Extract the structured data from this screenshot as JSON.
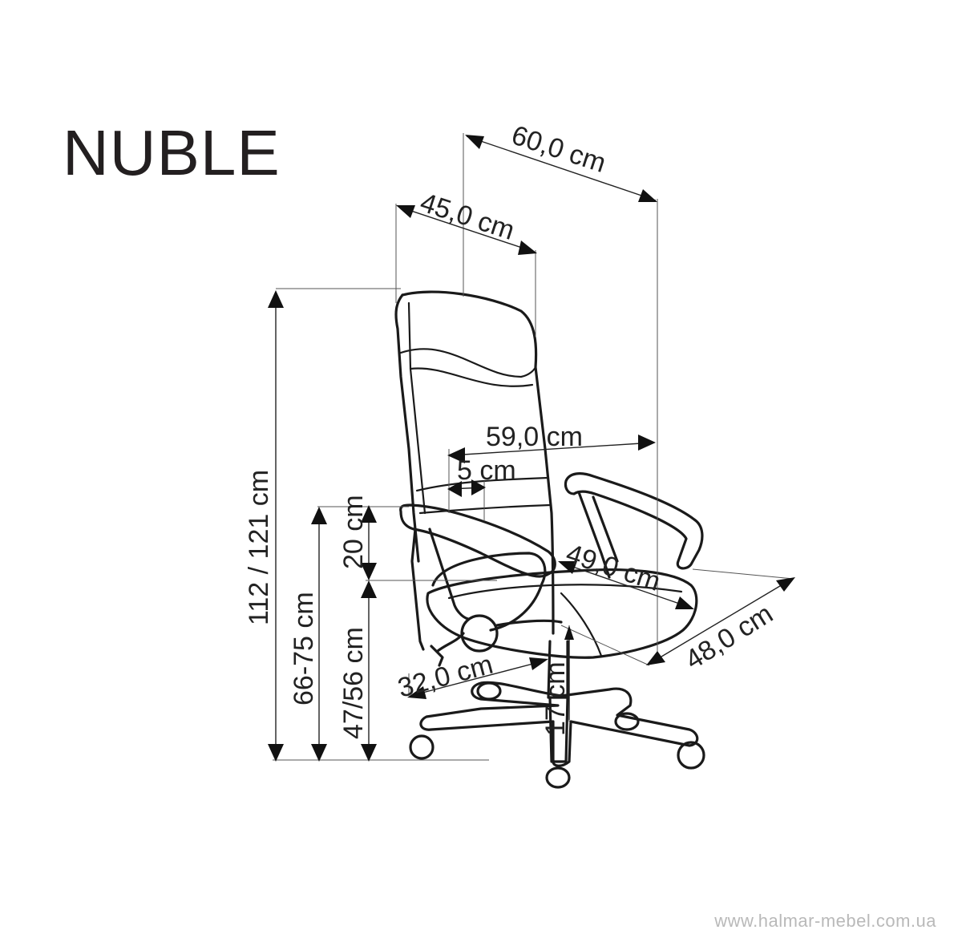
{
  "title": "NUBLE",
  "watermark": "www.halmar-mebel.com.ua",
  "dimensions": {
    "overall_width": "60,0 cm",
    "backrest_width": "45,0 cm",
    "overall_depth": "59,0 cm",
    "armrest_offset": "5 cm",
    "seat_width": "49,0 cm",
    "seat_depth": "48,0 cm",
    "total_height": "112 / 121 cm",
    "armrest_height": "66-75 cm",
    "armrest_to_seat": "20 cm",
    "seat_height": "47/56 cm",
    "base_radius": "32,0 cm",
    "gas_lift": "17 cm"
  },
  "colors": {
    "line": "#1a1a1a",
    "text": "#222222",
    "watermark": "#b9b9b9",
    "background": "#ffffff"
  }
}
